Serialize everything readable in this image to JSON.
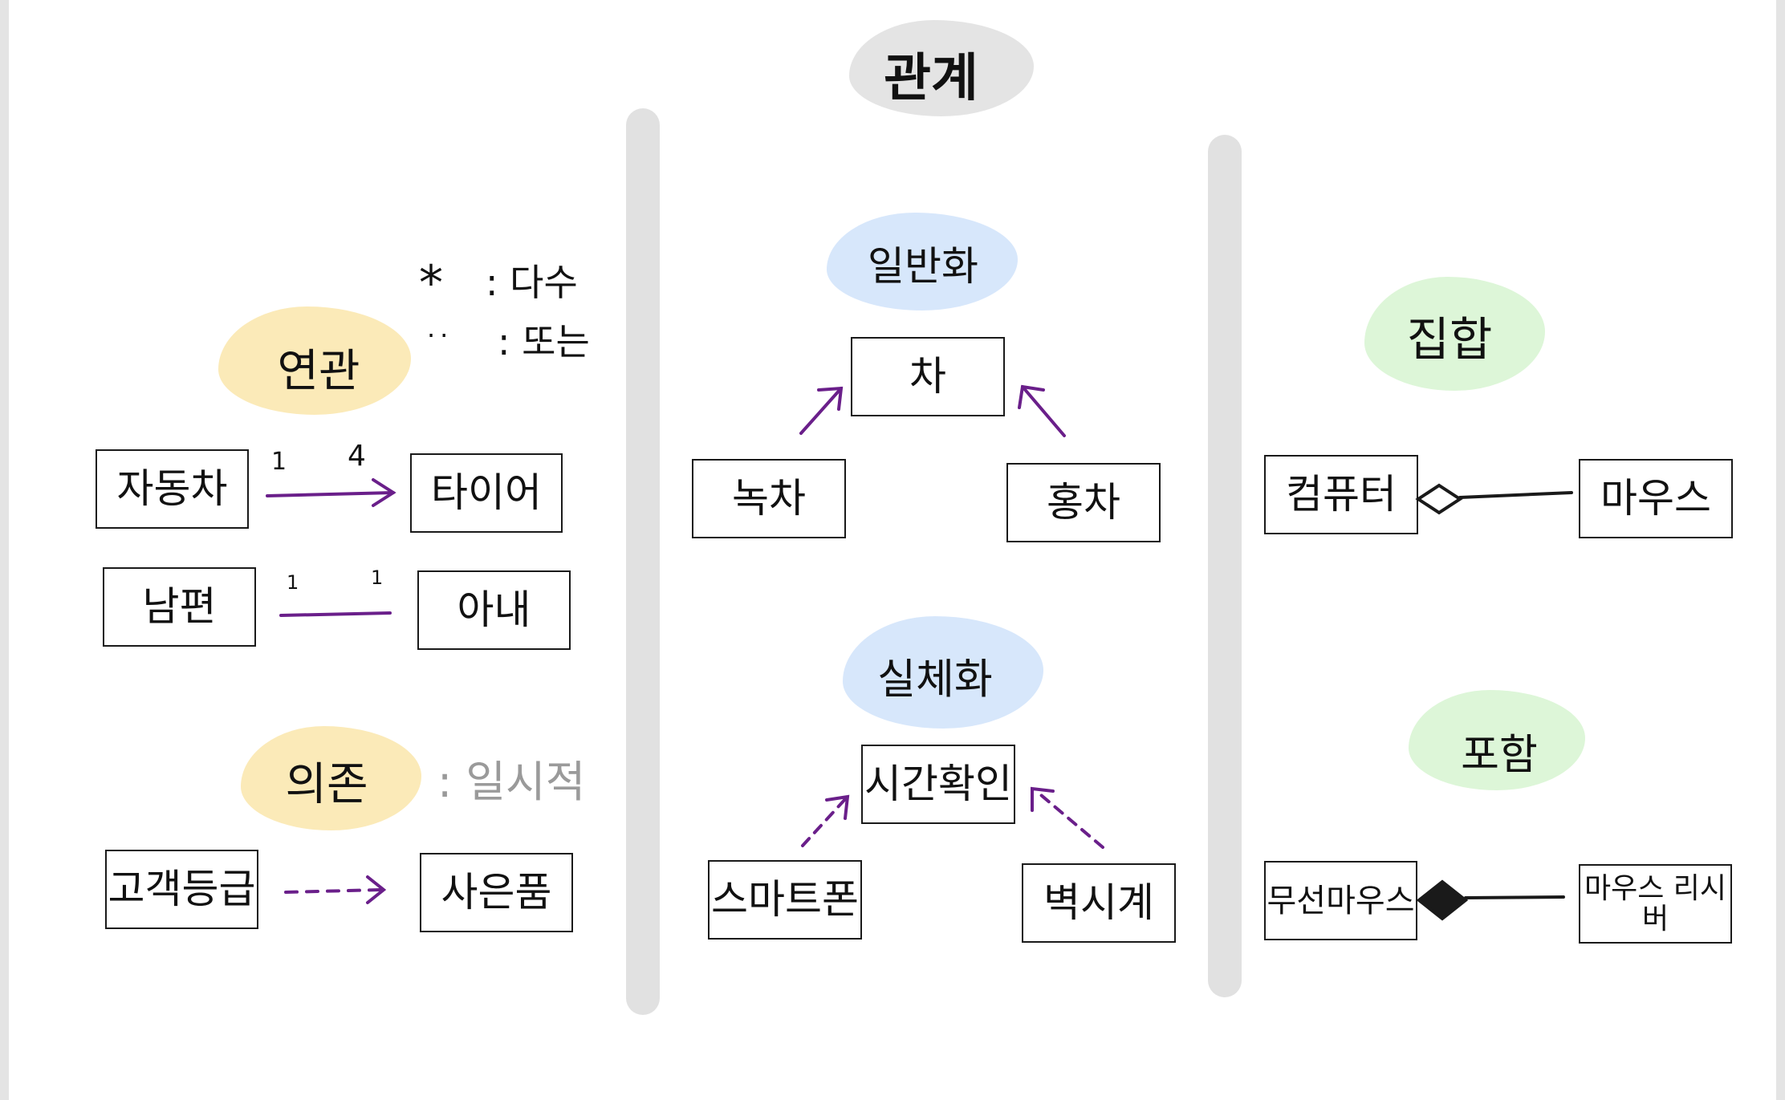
{
  "title": "관계",
  "legend": {
    "star_symbol": "*",
    "star_meaning": ": 다수",
    "dots_symbol": "..",
    "dots_meaning": ": 또는"
  },
  "association": {
    "heading": "연관",
    "car": "자동차",
    "tire": "타이어",
    "mult_left": "1",
    "mult_right": "4",
    "husband": "남편",
    "wife": "아내",
    "mult2_left": "1",
    "mult2_right": "1"
  },
  "dependency": {
    "heading": "의존",
    "note": ": 일시적",
    "source": "고객등급",
    "target": "사은품"
  },
  "generalization": {
    "heading": "일반화",
    "parent": "차",
    "child_left": "녹차",
    "child_right": "홍차"
  },
  "realization": {
    "heading": "실체화",
    "interface": "시간확인",
    "impl_left": "스마트폰",
    "impl_right": "벽시계"
  },
  "aggregation": {
    "heading": "집합",
    "whole": "컴퓨터",
    "part": "마우스"
  },
  "composition": {
    "heading": "포함",
    "whole": "무선마우스",
    "part": "마우스 리시버"
  },
  "colors": {
    "arrow_purple": "#6a1f8a",
    "cloud_yellow": "#fbeab8",
    "cloud_blue": "#d7e7fb",
    "cloud_green": "#ddf6d8",
    "cloud_gray": "#e4e4e4",
    "divider_gray": "#e1e1e1",
    "note_gray": "#9a9a9a"
  }
}
